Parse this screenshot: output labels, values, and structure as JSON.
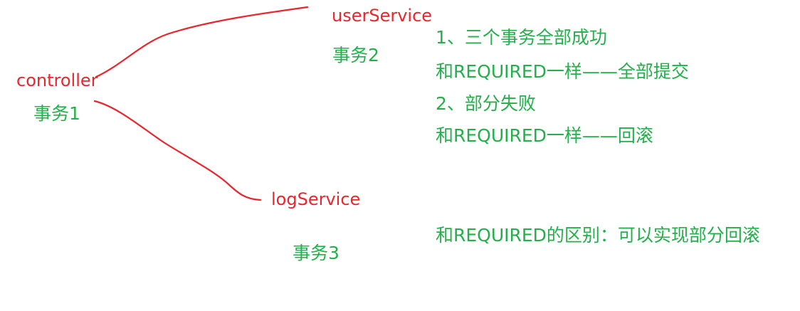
{
  "nodes": {
    "controller": {
      "label": "controller",
      "transaction": "事务1"
    },
    "user_service": {
      "label": "userService",
      "transaction": "事务2"
    },
    "log_service": {
      "label": "logService",
      "transaction": "事务3"
    }
  },
  "notes": [
    "1、三个事务全部成功",
    "和REQUIRED一样——全部提交",
    "2、部分失败",
    "和REQUIRED一样——回滚"
  ],
  "summary": "和REQUIRED的区别：可以实现部分回滚",
  "colors": {
    "node_label": "#e8262d",
    "transaction_label": "#23b04a",
    "connector": "#e8262d"
  }
}
